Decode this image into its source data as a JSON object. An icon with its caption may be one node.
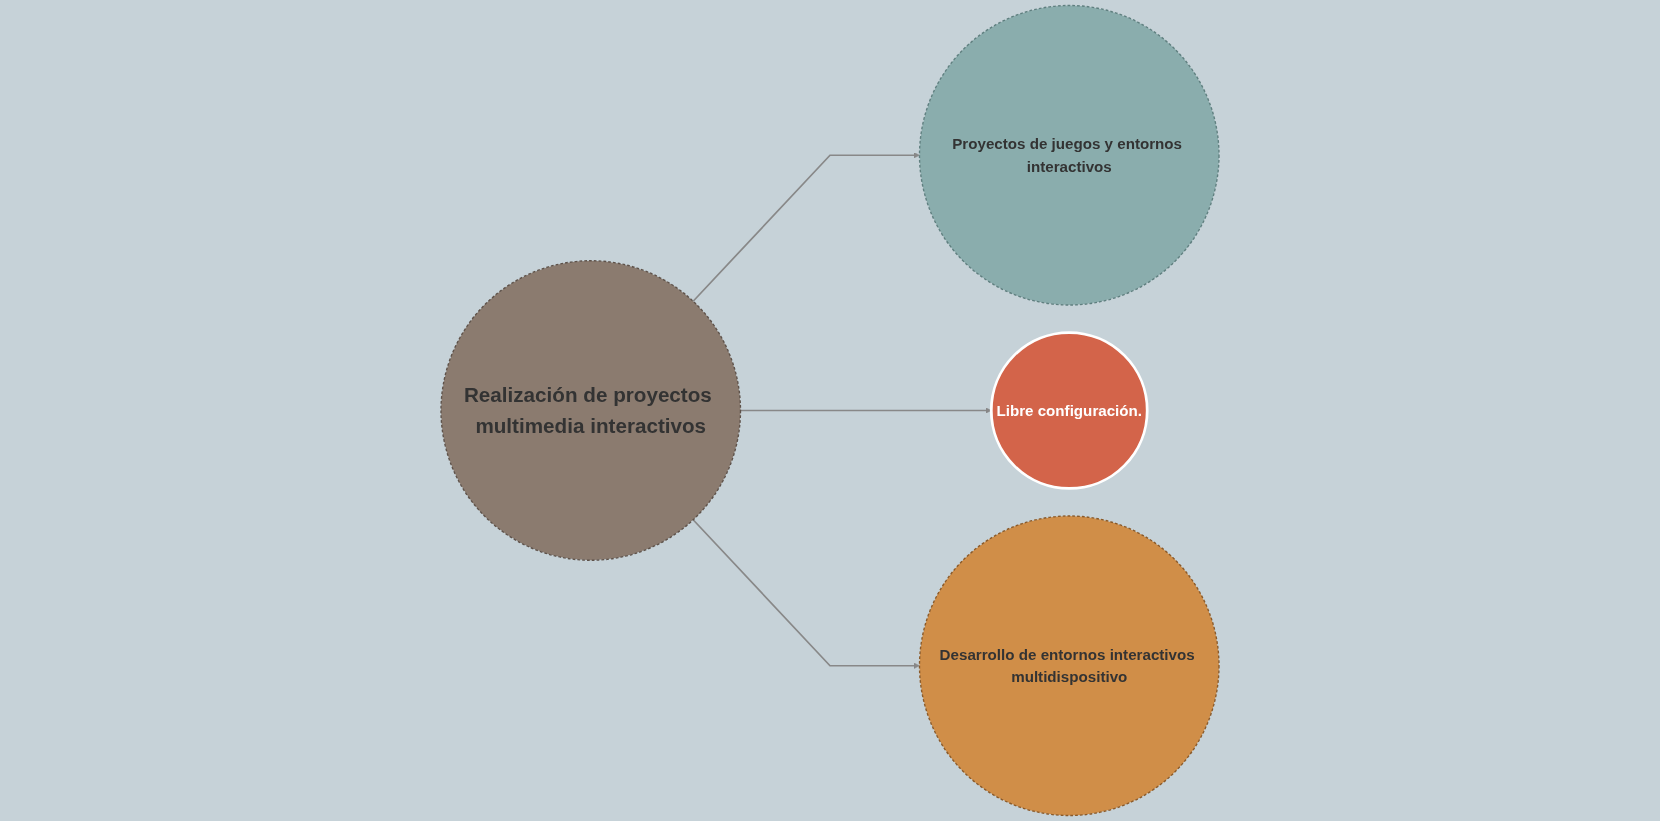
{
  "diagram": {
    "nodes": [
      {
        "text": [
          "Realización de proyectos multimedia interactivos"
        ]
      },
      {
        "text": [
          "Proyectos de juegos y entornos interactivos"
        ]
      },
      {
        "text": [
          "Libre configuración."
        ]
      },
      {
        "text": [
          "Desarrollo de entornos interactivos multidispositivo"
        ]
      }
    ],
    "edges": [
      {
        "from": 0,
        "to": 1,
        "arrow": "to"
      },
      {
        "from": 0,
        "to": 2,
        "arrow": "to"
      },
      {
        "from": 0,
        "to": 3,
        "arrow": "to"
      }
    ]
  }
}
